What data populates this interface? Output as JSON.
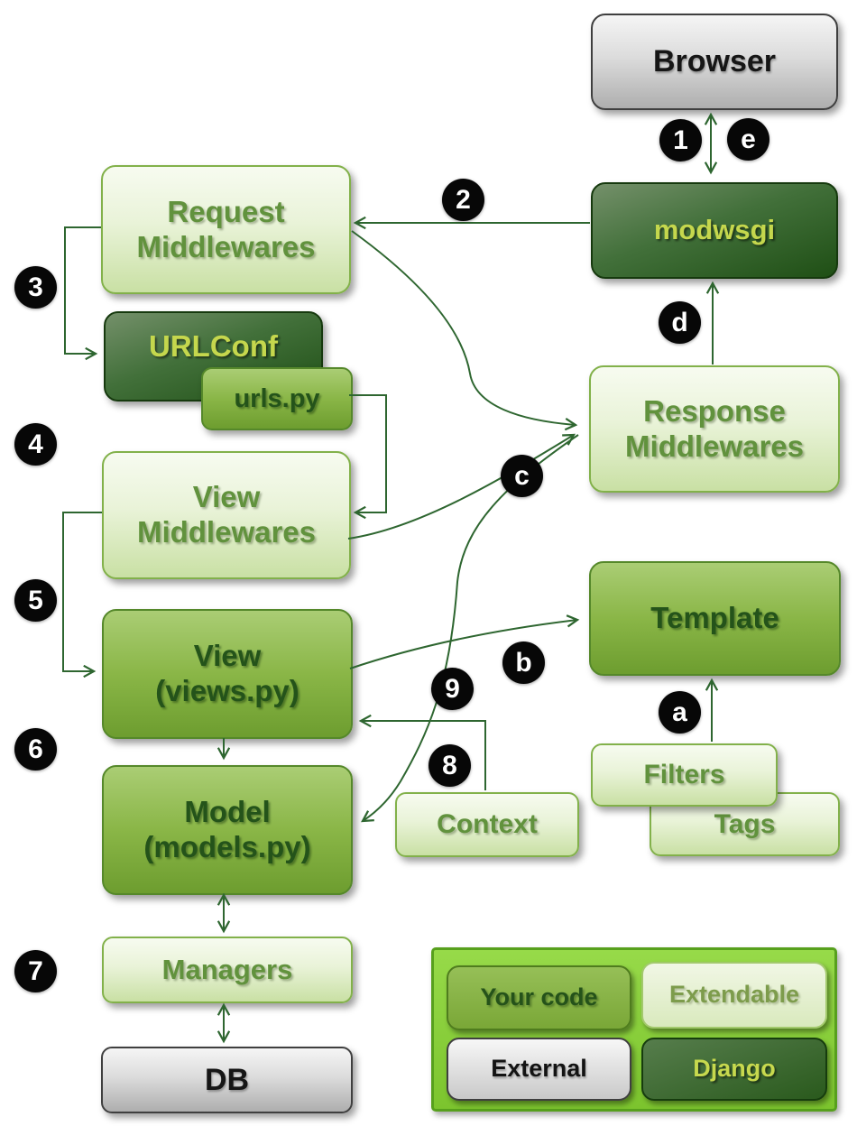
{
  "diagram": {
    "title_hint": "Django request/response flow",
    "nodes": {
      "browser": {
        "label": "Browser"
      },
      "modwsgi": {
        "label": "modwsgi"
      },
      "request_mw": {
        "line1": "Request",
        "line2": "Middlewares"
      },
      "urlconf": {
        "label": "URLConf"
      },
      "urlspy": {
        "label": "urls.py"
      },
      "view_mw": {
        "line1": "View",
        "line2": "Middlewares"
      },
      "view": {
        "line1": "View",
        "line2": "(views.py)"
      },
      "model": {
        "line1": "Model",
        "line2": "(models.py)"
      },
      "managers": {
        "label": "Managers"
      },
      "db": {
        "label": "DB"
      },
      "response_mw": {
        "line1": "Response",
        "line2": "Middlewares"
      },
      "template": {
        "label": "Template"
      },
      "filters": {
        "label": "Filters"
      },
      "tags": {
        "label": "Tags"
      },
      "context": {
        "label": "Context"
      }
    },
    "markers": {
      "n1": "1",
      "n2": "2",
      "n3": "3",
      "n4": "4",
      "n5": "5",
      "n6": "6",
      "n7": "7",
      "n8": "8",
      "n9": "9",
      "la": "a",
      "lb": "b",
      "lc": "c",
      "ld": "d",
      "le": "e"
    },
    "edges": [
      {
        "label": "1",
        "from": "browser",
        "to": "modwsgi",
        "bidirectional": true
      },
      {
        "label": "2",
        "from": "modwsgi",
        "to": "request_mw"
      },
      {
        "label": "3",
        "from": "request_mw",
        "to": "urlconf"
      },
      {
        "label": "4",
        "from": "urlspy",
        "to": "view_mw"
      },
      {
        "label": "5",
        "from": "view_mw",
        "to": "view"
      },
      {
        "label": "6",
        "from": "view",
        "to": "model"
      },
      {
        "label": "7",
        "from": "model",
        "to": "managers_db",
        "bidirectional": true
      },
      {
        "label": "8",
        "from": "response_mw_junction",
        "to": "model"
      },
      {
        "label": "9",
        "from": "context",
        "to": "view"
      },
      {
        "label": "a",
        "from": "filters",
        "to": "template"
      },
      {
        "label": "b",
        "from": "view",
        "to": "template"
      },
      {
        "label": "c",
        "from": "view_mw_and_request_mw",
        "to": "response_mw"
      },
      {
        "label": "d",
        "from": "response_mw",
        "to": "modwsgi"
      },
      {
        "label": "e",
        "from": "modwsgi",
        "to": "browser"
      }
    ],
    "legend": {
      "your_code": "Your code",
      "extendable": "Extendable",
      "external": "External",
      "django": "Django"
    },
    "colors": {
      "background": "#ffffff",
      "box_light": "#e9f3d8",
      "box_light_border": "#82b14a",
      "box_medium": "#8ab647",
      "box_dark": "#2f5c20",
      "box_gray": "#dcdcdc",
      "dark_box_text": "#c5d74d",
      "medium_box_text": "#24531a",
      "light_box_text": "#61923d",
      "connector": "#2e6630",
      "marker_bg": "#070707",
      "marker_fg": "#ffffff",
      "legend_bg": "#7cc42e",
      "legend_border": "#57a01d"
    }
  }
}
